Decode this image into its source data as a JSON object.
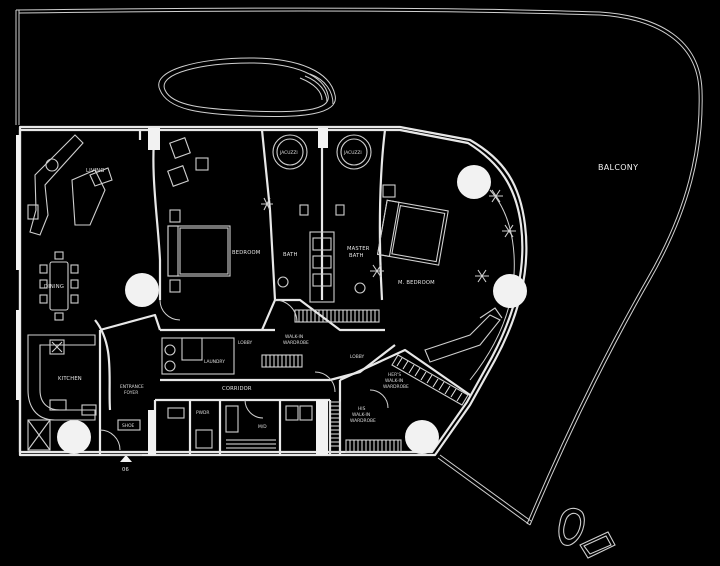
{
  "labels": {
    "balcony": "BALCONY",
    "living": "LIVING",
    "dining": "DINING",
    "kitchen": "KITCHEN",
    "bedroom": "BEDROOM",
    "laundry": "LAUNDRY",
    "lobby_left": "LOBBY",
    "bath": "BATH",
    "master_bath_line1": "MASTER",
    "master_bath_line2": "BATH",
    "jacuzzi_left": "JACUZZI",
    "jacuzzi_right": "JACUZZI",
    "m_bedroom": "M. BEDROOM",
    "walkin_line1": "WALK-IN",
    "walkin_line2": "WARDROBE",
    "lobby_center": "LOBBY",
    "corridor": "CORRIDOR",
    "entrance_line1": "ENTRANCE",
    "entrance_line2": "FOYER",
    "hers_line1": "HER'S",
    "hers_line2": "WALK-IN",
    "hers_line3": "WARDROBE",
    "his_line1": "HIS",
    "his_line2": "WALK-IN",
    "his_line3": "WARDROBE",
    "pwdr": "PWDR",
    "md": "M/D",
    "shoe": "SHOE",
    "unit_number": "06"
  },
  "colors": {
    "background": "#000000",
    "lines": "#e8e8e8"
  }
}
